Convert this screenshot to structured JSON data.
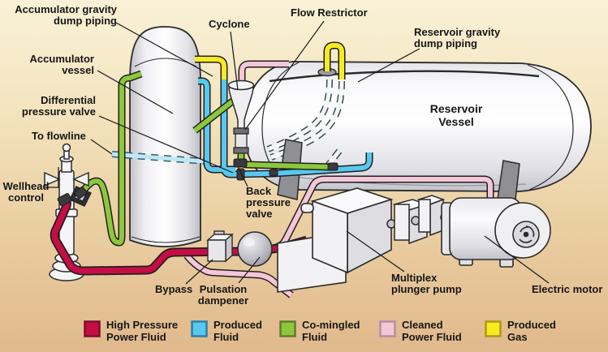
{
  "diagram": {
    "labels": {
      "accumulator_gravity_dump_piping": "Accumulator gravity\ndump piping",
      "cyclone": "Cyclone",
      "flow_restrictor": "Flow Restrictor",
      "reservoir_gravity_dump_piping": "Reservoir gravity\ndump piping",
      "accumulator_vessel": "Accumulator\nvessel",
      "differential_pressure_valve": "Differential\npressure valve",
      "to_flowline": "To flowline",
      "reservoir_vessel": "Reservoir\nVessel",
      "wellhead_control": "Wellhead\ncontrol",
      "back_pressure_valve": "Back\npressure\nvalve",
      "bypass": "Bypass",
      "pulsation_dampener": "Pulsation\ndampener",
      "multiplex_plunger_pump": "Multiplex\nplunger pump",
      "electric_motor": "Electric motor"
    }
  },
  "legend": {
    "items": [
      {
        "id": "high-pressure-power-fluid",
        "label": "High Pressure\nPower Fluid",
        "color": "#C60D46",
        "border": "#7E0E30"
      },
      {
        "id": "produced-fluid",
        "label": "Produced\nFluid",
        "color": "#58C8F0",
        "border": "#2E7FA8"
      },
      {
        "id": "co-mingled-fluid",
        "label": "Co-mingled\nFluid",
        "color": "#8CC83C",
        "border": "#627C2A"
      },
      {
        "id": "cleaned-power-fluid",
        "label": "Cleaned\nPower Fluid",
        "color": "#F5C6D8",
        "border": "#B58FA0"
      },
      {
        "id": "produced-gas",
        "label": "Produced\nGas",
        "color": "#F8EB1F",
        "border": "#A89A12"
      }
    ]
  }
}
